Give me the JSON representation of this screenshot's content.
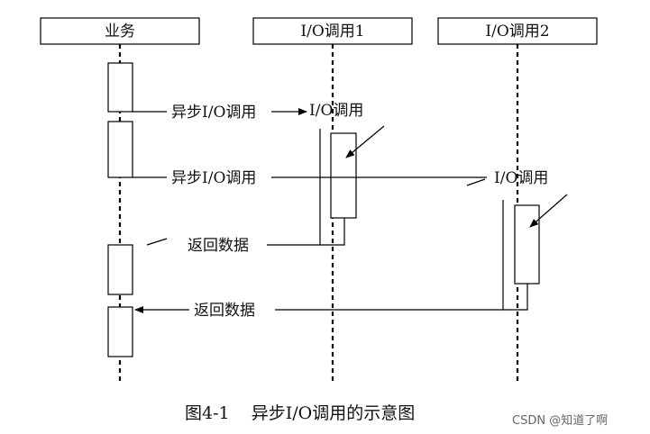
{
  "lanes": [
    {
      "id": "business",
      "label": "业务"
    },
    {
      "id": "io1",
      "label": "I/O调用1"
    },
    {
      "id": "io2",
      "label": "I/O调用2"
    }
  ],
  "messages": {
    "async_call_1": "异步I/O调用",
    "io_call_1_note": "I/O调用",
    "async_call_2": "异步I/O调用",
    "io_call_2_note": "I/O调用",
    "return_data_1": "返回数据",
    "return_data_2": "返回数据"
  },
  "caption": "图4-1    异步I/O调用的示意图",
  "watermark": "CSDN @知道了啊"
}
